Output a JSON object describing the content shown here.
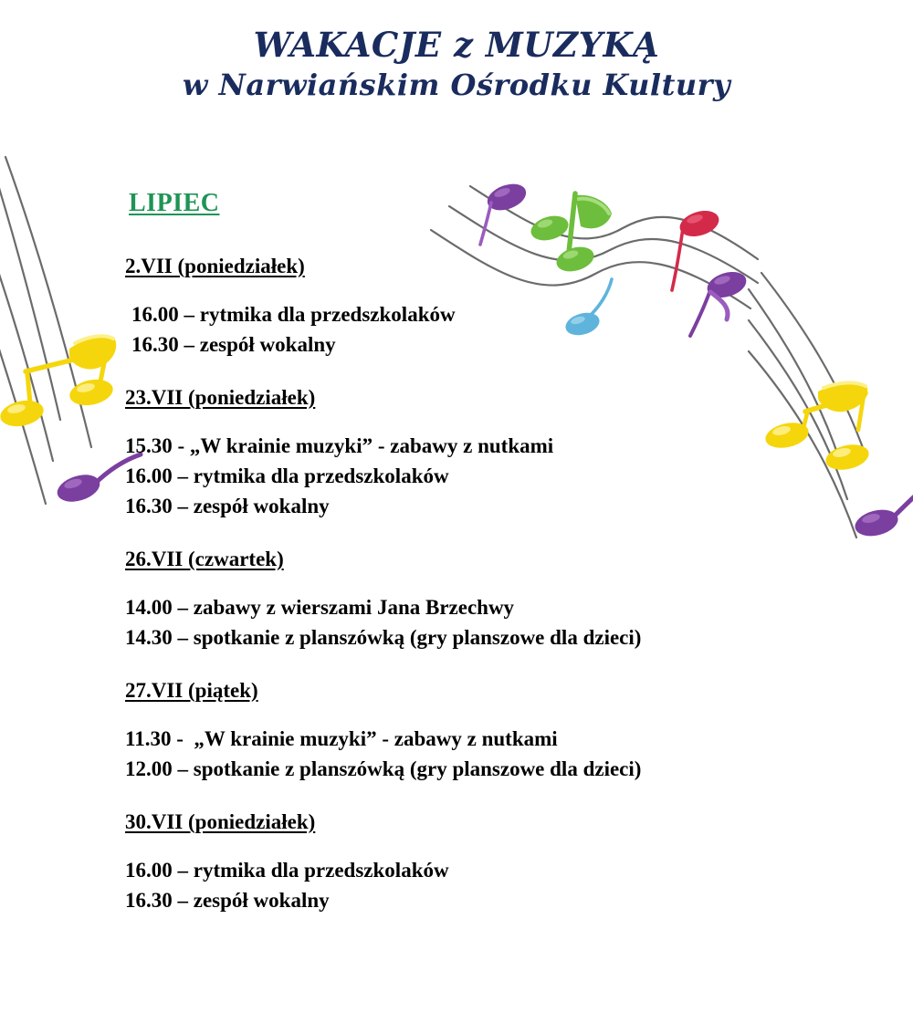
{
  "poster": {
    "title_line_1": "WAKACJE z MUZYKĄ",
    "title_line_2": "w Narwiańskim Ośrodku Kultury",
    "month_heading": "LIPIEC",
    "colors": {
      "title": "#1a2c5e",
      "month_heading": "#1e9455",
      "body_text": "#000000",
      "background": "#ffffff",
      "note_purple": "#7b3fa0",
      "note_green": "#6dbe3c",
      "note_blue": "#5fb4dc",
      "note_red": "#d42a4a",
      "note_yellow": "#f5d60c",
      "staff_line": "#6b6b6b"
    }
  },
  "schedule": [
    {
      "date": "2.VII (poniedziałek)",
      "events": [
        "16.00 – rytmika dla przedszkolaków",
        "16.30 – zespół wokalny"
      ]
    },
    {
      "date": "23.VII (poniedziałek)",
      "events": [
        "15.30 - „W krainie muzyki” - zabawy z nutkami",
        "16.00 – rytmika dla przedszkolaków",
        "16.30 – zespół wokalny"
      ]
    },
    {
      "date": "26.VII (czwartek)",
      "events": [
        "14.00 – zabawy z wierszami Jana Brzechwy",
        "14.30 – spotkanie z planszówką (gry planszowe dla dzieci)"
      ]
    },
    {
      "date": "27.VII (piątek)",
      "events": [
        "11.30 -  „W krainie muzyki” - zabawy z nutkami",
        "12.00 – spotkanie z planszówką (gry planszowe dla dzieci)"
      ]
    },
    {
      "date": "30.VII (poniedziałek)",
      "events": [
        "16.00 – rytmika dla przedszkolaków",
        "16.30 – zespół wokalny"
      ]
    }
  ],
  "decorations": [
    {
      "name": "music-notes-left",
      "notes": [
        "red",
        "purple",
        "yellow",
        "yellow",
        "purple"
      ]
    },
    {
      "name": "music-notes-top",
      "notes": [
        "purple",
        "green",
        "green",
        "blue",
        "red",
        "purple"
      ]
    },
    {
      "name": "music-notes-right",
      "notes": [
        "yellow",
        "yellow",
        "purple"
      ]
    }
  ]
}
